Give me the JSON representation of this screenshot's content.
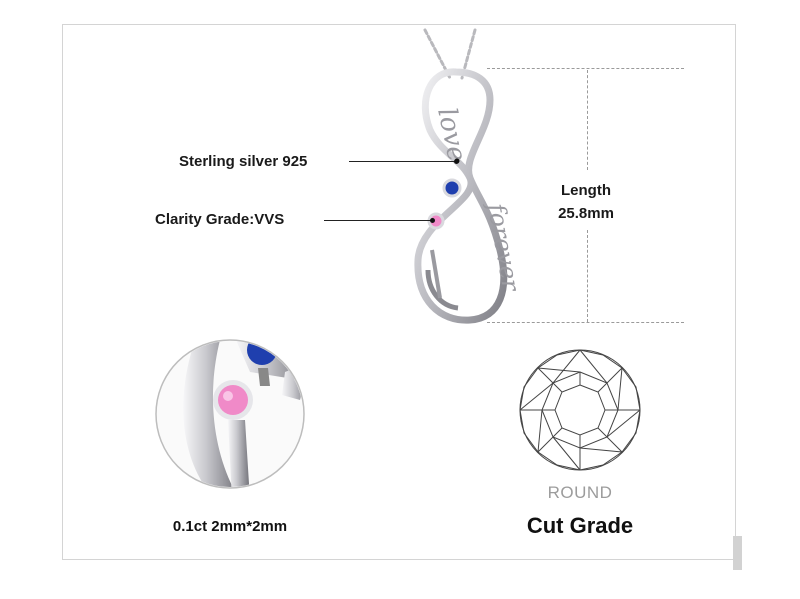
{
  "annotations": {
    "material": "Sterling silver 925",
    "clarity": "Clarity Grade:VVS"
  },
  "dimension": {
    "title": "Length",
    "value": "25.8mm"
  },
  "detail": {
    "size": "0.1ct 2mm*2mm"
  },
  "cut": {
    "shape": "ROUND",
    "grade": "Cut Grade"
  },
  "pendant_script": {
    "word_top": "love",
    "word_bottom": "forever"
  },
  "colors": {
    "sapphire": "#1f3fae",
    "pink_stone": "#f08ac8",
    "silver": "#cfcfd3",
    "frame": "#d4d4d4"
  }
}
